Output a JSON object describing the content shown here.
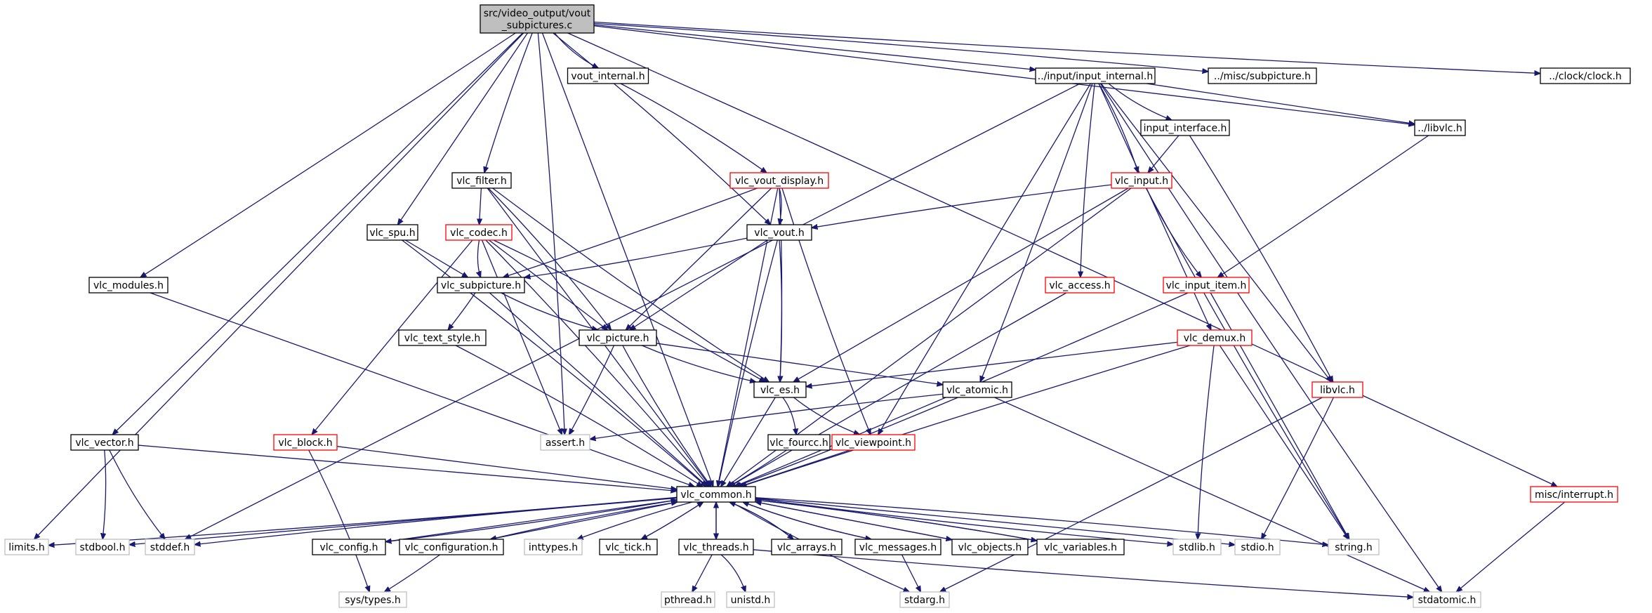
{
  "graph": {
    "edge_color": "#191970",
    "nodes": [
      {
        "id": "root",
        "label": "src/video_output/vout\n_subpictures.c",
        "style": "root"
      },
      {
        "id": "vout_internal",
        "label": "vout_internal.h",
        "style": "black"
      },
      {
        "id": "input_internal",
        "label": "../input/input_internal.h",
        "style": "black"
      },
      {
        "id": "misc_subpicture",
        "label": "../misc/subpicture.h",
        "style": "black"
      },
      {
        "id": "clock",
        "label": "../clock/clock.h",
        "style": "black"
      },
      {
        "id": "input_interface",
        "label": "input_interface.h",
        "style": "black"
      },
      {
        "id": "libvlc_rel",
        "label": "../libvlc.h",
        "style": "black"
      },
      {
        "id": "vlc_filter",
        "label": "vlc_filter.h",
        "style": "black"
      },
      {
        "id": "vlc_vout_display",
        "label": "vlc_vout_display.h",
        "style": "red"
      },
      {
        "id": "vlc_input",
        "label": "vlc_input.h",
        "style": "red"
      },
      {
        "id": "vlc_spu",
        "label": "vlc_spu.h",
        "style": "black"
      },
      {
        "id": "vlc_codec",
        "label": "vlc_codec.h",
        "style": "red"
      },
      {
        "id": "vlc_vout",
        "label": "vlc_vout.h",
        "style": "black"
      },
      {
        "id": "vlc_modules",
        "label": "vlc_modules.h",
        "style": "black"
      },
      {
        "id": "vlc_subpicture",
        "label": "vlc_subpicture.h",
        "style": "black"
      },
      {
        "id": "vlc_access",
        "label": "vlc_access.h",
        "style": "red"
      },
      {
        "id": "vlc_input_item",
        "label": "vlc_input_item.h",
        "style": "red"
      },
      {
        "id": "vlc_text_style",
        "label": "vlc_text_style.h",
        "style": "black"
      },
      {
        "id": "vlc_picture",
        "label": "vlc_picture.h",
        "style": "black"
      },
      {
        "id": "vlc_demux",
        "label": "vlc_demux.h",
        "style": "red"
      },
      {
        "id": "vlc_es",
        "label": "vlc_es.h",
        "style": "black"
      },
      {
        "id": "vlc_atomic",
        "label": "vlc_atomic.h",
        "style": "black"
      },
      {
        "id": "libvlc",
        "label": "libvlc.h",
        "style": "red"
      },
      {
        "id": "vlc_vector",
        "label": "vlc_vector.h",
        "style": "black"
      },
      {
        "id": "vlc_block",
        "label": "vlc_block.h",
        "style": "red"
      },
      {
        "id": "assert",
        "label": "assert.h",
        "style": "gray"
      },
      {
        "id": "vlc_fourcc",
        "label": "vlc_fourcc.h",
        "style": "black"
      },
      {
        "id": "vlc_viewpoint",
        "label": "vlc_viewpoint.h",
        "style": "red"
      },
      {
        "id": "vlc_common",
        "label": "vlc_common.h",
        "style": "black"
      },
      {
        "id": "misc_interrupt",
        "label": "misc/interrupt.h",
        "style": "red"
      },
      {
        "id": "limits",
        "label": "limits.h",
        "style": "gray"
      },
      {
        "id": "stdbool",
        "label": "stdbool.h",
        "style": "gray"
      },
      {
        "id": "stddef",
        "label": "stddef.h",
        "style": "gray"
      },
      {
        "id": "vlc_config",
        "label": "vlc_config.h",
        "style": "black"
      },
      {
        "id": "vlc_configuration",
        "label": "vlc_configuration.h",
        "style": "black"
      },
      {
        "id": "inttypes",
        "label": "inttypes.h",
        "style": "gray"
      },
      {
        "id": "vlc_tick",
        "label": "vlc_tick.h",
        "style": "black"
      },
      {
        "id": "vlc_threads",
        "label": "vlc_threads.h",
        "style": "black"
      },
      {
        "id": "vlc_arrays",
        "label": "vlc_arrays.h",
        "style": "black"
      },
      {
        "id": "vlc_messages",
        "label": "vlc_messages.h",
        "style": "black"
      },
      {
        "id": "vlc_objects",
        "label": "vlc_objects.h",
        "style": "black"
      },
      {
        "id": "vlc_variables",
        "label": "vlc_variables.h",
        "style": "black"
      },
      {
        "id": "stdlib",
        "label": "stdlib.h",
        "style": "gray"
      },
      {
        "id": "stdio",
        "label": "stdio.h",
        "style": "gray"
      },
      {
        "id": "string",
        "label": "string.h",
        "style": "gray"
      },
      {
        "id": "sys_types",
        "label": "sys/types.h",
        "style": "gray"
      },
      {
        "id": "pthread",
        "label": "pthread.h",
        "style": "gray"
      },
      {
        "id": "unistd",
        "label": "unistd.h",
        "style": "gray"
      },
      {
        "id": "stdarg",
        "label": "stdarg.h",
        "style": "gray"
      },
      {
        "id": "stdatomic",
        "label": "stdatomic.h",
        "style": "gray"
      }
    ],
    "edges": [
      [
        "root",
        "vout_internal"
      ],
      [
        "root",
        "input_internal"
      ],
      [
        "root",
        "misc_subpicture"
      ],
      [
        "root",
        "clock"
      ],
      [
        "root",
        "libvlc_rel"
      ],
      [
        "root",
        "misc_interrupt"
      ],
      [
        "root",
        "vlc_filter"
      ],
      [
        "root",
        "vlc_spu"
      ],
      [
        "root",
        "vlc_vout"
      ],
      [
        "root",
        "vlc_modules"
      ],
      [
        "root",
        "vlc_vector"
      ],
      [
        "root",
        "assert"
      ],
      [
        "root",
        "limits"
      ],
      [
        "root",
        "vlc_common"
      ],
      [
        "vout_internal",
        "vlc_vout_display"
      ],
      [
        "input_internal",
        "input_interface"
      ],
      [
        "input_internal",
        "libvlc_rel"
      ],
      [
        "input_internal",
        "vlc_input"
      ],
      [
        "input_internal",
        "vlc_access"
      ],
      [
        "input_internal",
        "vlc_demux"
      ],
      [
        "input_internal",
        "vlc_atomic"
      ],
      [
        "input_internal",
        "vlc_viewpoint"
      ],
      [
        "input_internal",
        "libvlc"
      ],
      [
        "input_internal",
        "stddef"
      ],
      [
        "input_internal",
        "stdatomic"
      ],
      [
        "input_interface",
        "vlc_input"
      ],
      [
        "input_interface",
        "libvlc"
      ],
      [
        "libvlc_rel",
        "vlc_input_item"
      ],
      [
        "vlc_filter",
        "vlc_codec"
      ],
      [
        "vlc_filter",
        "vlc_picture"
      ],
      [
        "vlc_filter",
        "vlc_es"
      ],
      [
        "vlc_filter",
        "vlc_common"
      ],
      [
        "vlc_vout_display",
        "vlc_vout"
      ],
      [
        "vlc_vout_display",
        "vlc_subpicture"
      ],
      [
        "vlc_vout_display",
        "vlc_picture"
      ],
      [
        "vlc_vout_display",
        "vlc_es"
      ],
      [
        "vlc_vout_display",
        "vlc_viewpoint"
      ],
      [
        "vlc_vout_display",
        "vlc_common"
      ],
      [
        "vlc_input",
        "vlc_vout"
      ],
      [
        "vlc_input",
        "vlc_input_item"
      ],
      [
        "vlc_input",
        "vlc_es"
      ],
      [
        "vlc_input",
        "vlc_common"
      ],
      [
        "vlc_input",
        "string"
      ],
      [
        "vlc_spu",
        "vlc_subpicture"
      ],
      [
        "vlc_spu",
        "vlc_common"
      ],
      [
        "vlc_codec",
        "vlc_subpicture"
      ],
      [
        "vlc_codec",
        "vlc_picture"
      ],
      [
        "vlc_codec",
        "vlc_es"
      ],
      [
        "vlc_codec",
        "vlc_block"
      ],
      [
        "vlc_codec",
        "assert"
      ],
      [
        "vlc_codec",
        "vlc_common"
      ],
      [
        "vlc_vout",
        "vlc_subpicture"
      ],
      [
        "vlc_vout",
        "vlc_picture"
      ],
      [
        "vlc_vout",
        "vlc_es"
      ],
      [
        "vlc_vout",
        "vlc_common"
      ],
      [
        "vlc_modules",
        "vlc_common"
      ],
      [
        "vlc_subpicture",
        "vlc_text_style"
      ],
      [
        "vlc_subpicture",
        "vlc_picture"
      ],
      [
        "vlc_subpicture",
        "vlc_common"
      ],
      [
        "vlc_access",
        "vlc_common"
      ],
      [
        "vlc_input_item",
        "vlc_common"
      ],
      [
        "vlc_input_item",
        "string"
      ],
      [
        "vlc_text_style",
        "vlc_common"
      ],
      [
        "vlc_picture",
        "vlc_es"
      ],
      [
        "vlc_picture",
        "vlc_atomic"
      ],
      [
        "vlc_picture",
        "assert"
      ],
      [
        "vlc_picture",
        "vlc_common"
      ],
      [
        "vlc_demux",
        "vlc_es"
      ],
      [
        "vlc_demux",
        "vlc_common"
      ],
      [
        "vlc_demux",
        "stdlib"
      ],
      [
        "vlc_demux",
        "string"
      ],
      [
        "vlc_es",
        "vlc_fourcc"
      ],
      [
        "vlc_es",
        "vlc_viewpoint"
      ],
      [
        "vlc_es",
        "vlc_common"
      ],
      [
        "vlc_atomic",
        "assert"
      ],
      [
        "vlc_atomic",
        "vlc_common"
      ],
      [
        "vlc_atomic",
        "stdatomic"
      ],
      [
        "libvlc",
        "stdio"
      ],
      [
        "libvlc",
        "stdarg"
      ],
      [
        "vlc_vector",
        "vlc_common"
      ],
      [
        "vlc_vector",
        "stdbool"
      ],
      [
        "vlc_vector",
        "stddef"
      ],
      [
        "vlc_block",
        "vlc_common"
      ],
      [
        "vlc_block",
        "sys_types"
      ],
      [
        "vlc_fourcc",
        "vlc_common"
      ],
      [
        "vlc_viewpoint",
        "vlc_common"
      ],
      [
        "misc_interrupt",
        "stdatomic"
      ],
      [
        "vlc_common",
        "limits"
      ],
      [
        "vlc_common",
        "stdbool"
      ],
      [
        "vlc_common",
        "stddef"
      ],
      [
        "vlc_common",
        "vlc_config"
      ],
      [
        "vlc_common",
        "vlc_configuration"
      ],
      [
        "vlc_common",
        "inttypes"
      ],
      [
        "vlc_common",
        "vlc_tick"
      ],
      [
        "vlc_common",
        "vlc_threads"
      ],
      [
        "vlc_common",
        "vlc_arrays"
      ],
      [
        "vlc_common",
        "vlc_messages"
      ],
      [
        "vlc_common",
        "vlc_objects"
      ],
      [
        "vlc_common",
        "vlc_variables"
      ],
      [
        "vlc_common",
        "stdlib"
      ],
      [
        "vlc_common",
        "stdio"
      ],
      [
        "vlc_common",
        "string"
      ],
      [
        "vlc_common",
        "stdarg"
      ],
      [
        "vlc_config",
        "vlc_common"
      ],
      [
        "vlc_configuration",
        "vlc_common"
      ],
      [
        "vlc_tick",
        "vlc_common"
      ],
      [
        "vlc_threads",
        "vlc_common"
      ],
      [
        "vlc_arrays",
        "vlc_common"
      ],
      [
        "vlc_messages",
        "vlc_common"
      ],
      [
        "vlc_objects",
        "vlc_common"
      ],
      [
        "vlc_variables",
        "vlc_common"
      ],
      [
        "vlc_configuration",
        "sys_types"
      ],
      [
        "vlc_threads",
        "pthread"
      ],
      [
        "vlc_threads",
        "unistd"
      ],
      [
        "vlc_threads",
        "stdatomic"
      ],
      [
        "vlc_messages",
        "stdarg"
      ]
    ]
  }
}
